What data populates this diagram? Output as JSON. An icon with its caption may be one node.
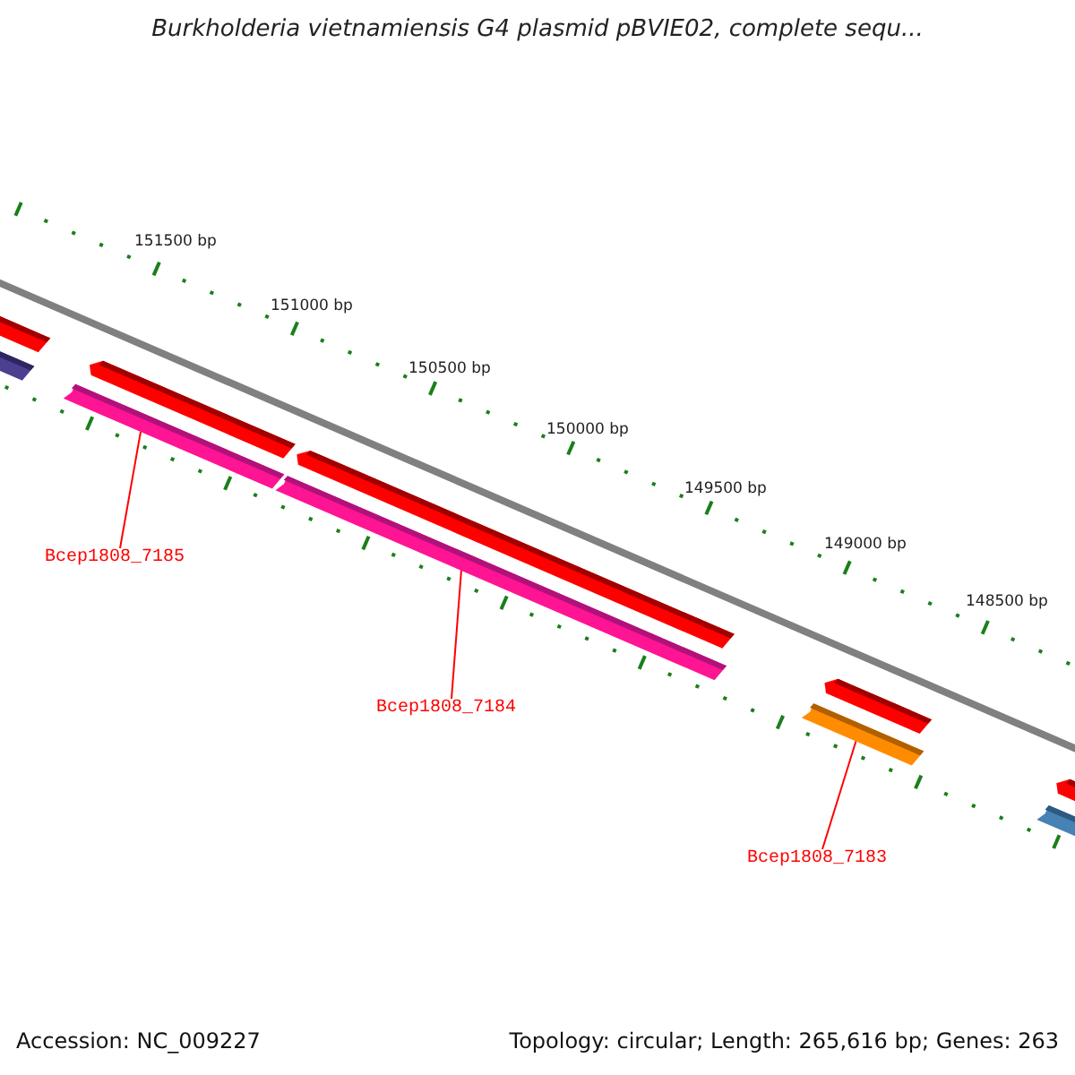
{
  "diagram": {
    "title": "Burkholderia vietnamiensis G4 plasmid pBVIE02, complete sequ...",
    "nodes": [
      {
        "text": [],
        "shape": "bar"
      },
      {
        "text": [],
        "shape": "bar"
      },
      {
        "text": [],
        "shape": "bar"
      },
      {
        "text": [
          "Bcep1808_7185"
        ]
      },
      {
        "text": [
          "Bcep1808_7184"
        ]
      },
      {
        "text": [
          "Bcep1808_7183"
        ]
      }
    ],
    "edges": [
      {
        "from": 3,
        "to": 0,
        "arrow": "none",
        "color": "#ff0000"
      },
      {
        "from": 4,
        "to": 1,
        "arrow": "none",
        "color": "#ff0000"
      },
      {
        "from": 5,
        "to": 2,
        "arrow": "none",
        "color": "#ff0000"
      }
    ],
    "labels": [
      "151500 bp",
      "151000 bp",
      "150500 bp",
      "150000 bp",
      "149500 bp",
      "149000 bp",
      "148500 bp",
      "Accession: NC_009227",
      "Topology: circular; Length: 265,616 bp; Genes: 263"
    ]
  }
}
